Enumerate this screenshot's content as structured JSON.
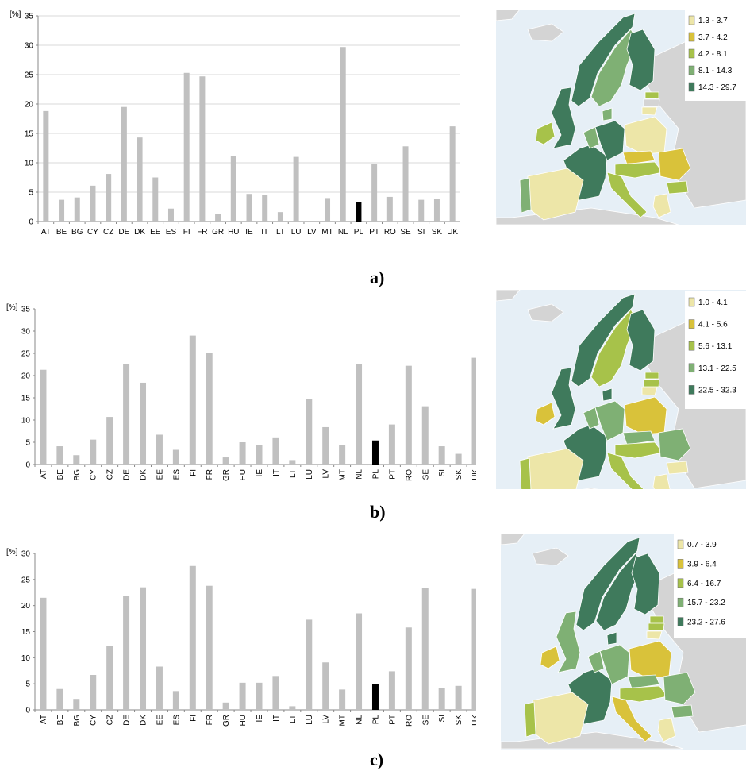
{
  "panel_labels": [
    "a)",
    "b)",
    "c)"
  ],
  "chart_data": [
    {
      "type": "bar",
      "ylabel": "[%]",
      "ylim": [
        0,
        35
      ],
      "yticks": [
        0,
        5,
        10,
        15,
        20,
        25,
        30,
        35
      ],
      "grid": true,
      "tick_rotation": 0,
      "categories": [
        "AT",
        "BE",
        "BG",
        "CY",
        "CZ",
        "DE",
        "DK",
        "EE",
        "ES",
        "FI",
        "FR",
        "GR",
        "HU",
        "IE",
        "IT",
        "LT",
        "LU",
        "LV",
        "MT",
        "NL",
        "PL",
        "PT",
        "RO",
        "SE",
        "SI",
        "SK",
        "UK"
      ],
      "values": [
        18.8,
        3.7,
        4.1,
        6.1,
        8.1,
        19.5,
        14.3,
        7.5,
        2.2,
        25.3,
        24.7,
        1.3,
        11.1,
        4.7,
        4.5,
        1.6,
        11.0,
        0,
        4.0,
        29.7,
        3.3,
        9.8,
        4.2,
        12.8,
        3.7,
        3.8,
        16.2
      ],
      "highlight": "PL",
      "bar_color": "#c0c0c0",
      "highlight_color": "#000000"
    },
    {
      "type": "bar",
      "ylabel": "[%]",
      "ylim": [
        0,
        35
      ],
      "yticks": [
        0,
        5,
        10,
        15,
        20,
        25,
        30,
        35
      ],
      "grid": false,
      "tick_rotation": -90,
      "categories": [
        "AT",
        "BE",
        "BG",
        "CY",
        "CZ",
        "DE",
        "DK",
        "EE",
        "ES",
        "FI",
        "FR",
        "GR",
        "HU",
        "IE",
        "IT",
        "LT",
        "LU",
        "LV",
        "MT",
        "NL",
        "PL",
        "PT",
        "RO",
        "SE",
        "SI",
        "SK",
        "UK"
      ],
      "values": [
        21.3,
        4.1,
        2.1,
        5.6,
        10.7,
        22.6,
        18.4,
        6.7,
        3.3,
        29.0,
        25.0,
        1.6,
        5.0,
        4.3,
        6.1,
        1.0,
        14.7,
        8.4,
        4.3,
        22.5,
        5.4,
        9.0,
        22.2,
        13.1,
        4.1,
        2.4,
        24.0
      ],
      "highlight": "PL",
      "bar_color": "#c0c0c0",
      "highlight_color": "#000000"
    },
    {
      "type": "bar",
      "ylabel": "[%]",
      "ylim": [
        0,
        30
      ],
      "yticks": [
        0,
        5,
        10,
        15,
        20,
        25,
        30
      ],
      "grid": false,
      "tick_rotation": -90,
      "categories": [
        "AT",
        "BE",
        "BG",
        "CY",
        "CZ",
        "DE",
        "DK",
        "EE",
        "ES",
        "FI",
        "FR",
        "GR",
        "HU",
        "IE",
        "IT",
        "LT",
        "LU",
        "LV",
        "MT",
        "NL",
        "PL",
        "PT",
        "RO",
        "SE",
        "SI",
        "SK",
        "UK"
      ],
      "values": [
        21.5,
        4.0,
        2.1,
        6.7,
        12.2,
        21.8,
        23.5,
        8.3,
        3.6,
        27.6,
        23.8,
        1.4,
        5.2,
        5.2,
        6.5,
        0.7,
        17.3,
        9.1,
        3.9,
        18.5,
        4.9,
        7.4,
        15.8,
        23.3,
        4.2,
        4.6,
        23.2
      ],
      "highlight": "PL",
      "bar_color": "#c0c0c0",
      "highlight_color": "#000000"
    }
  ],
  "maps": [
    {
      "legend": [
        {
          "label": "1.3 - 3.7",
          "color": "#ede6a8"
        },
        {
          "label": "3.7 - 4.2",
          "color": "#d9c23a"
        },
        {
          "label": "4.2 - 8.1",
          "color": "#a7c24a"
        },
        {
          "label": "8.1 - 14.3",
          "color": "#7fb074"
        },
        {
          "label": "14.3 - 29.7",
          "color": "#3f7a5c"
        }
      ]
    },
    {
      "legend": [
        {
          "label": "1.0 - 4.1",
          "color": "#ede6a8"
        },
        {
          "label": "4.1 - 5.6",
          "color": "#d9c23a"
        },
        {
          "label": "5.6 - 13.1",
          "color": "#a7c24a"
        },
        {
          "label": "13.1 - 22.5",
          "color": "#7fb074"
        },
        {
          "label": "22.5 - 32.3",
          "color": "#3f7a5c"
        }
      ]
    },
    {
      "legend": [
        {
          "label": "0.7 - 3.9",
          "color": "#ede6a8"
        },
        {
          "label": "3.9 - 6.4",
          "color": "#d9c23a"
        },
        {
          "label": "6.4 - 16.7",
          "color": "#a7c24a"
        },
        {
          "label": "15.7 - 23.2",
          "color": "#7fb074"
        },
        {
          "label": "23.2 - 27.6",
          "color": "#3f7a5c"
        }
      ]
    }
  ]
}
